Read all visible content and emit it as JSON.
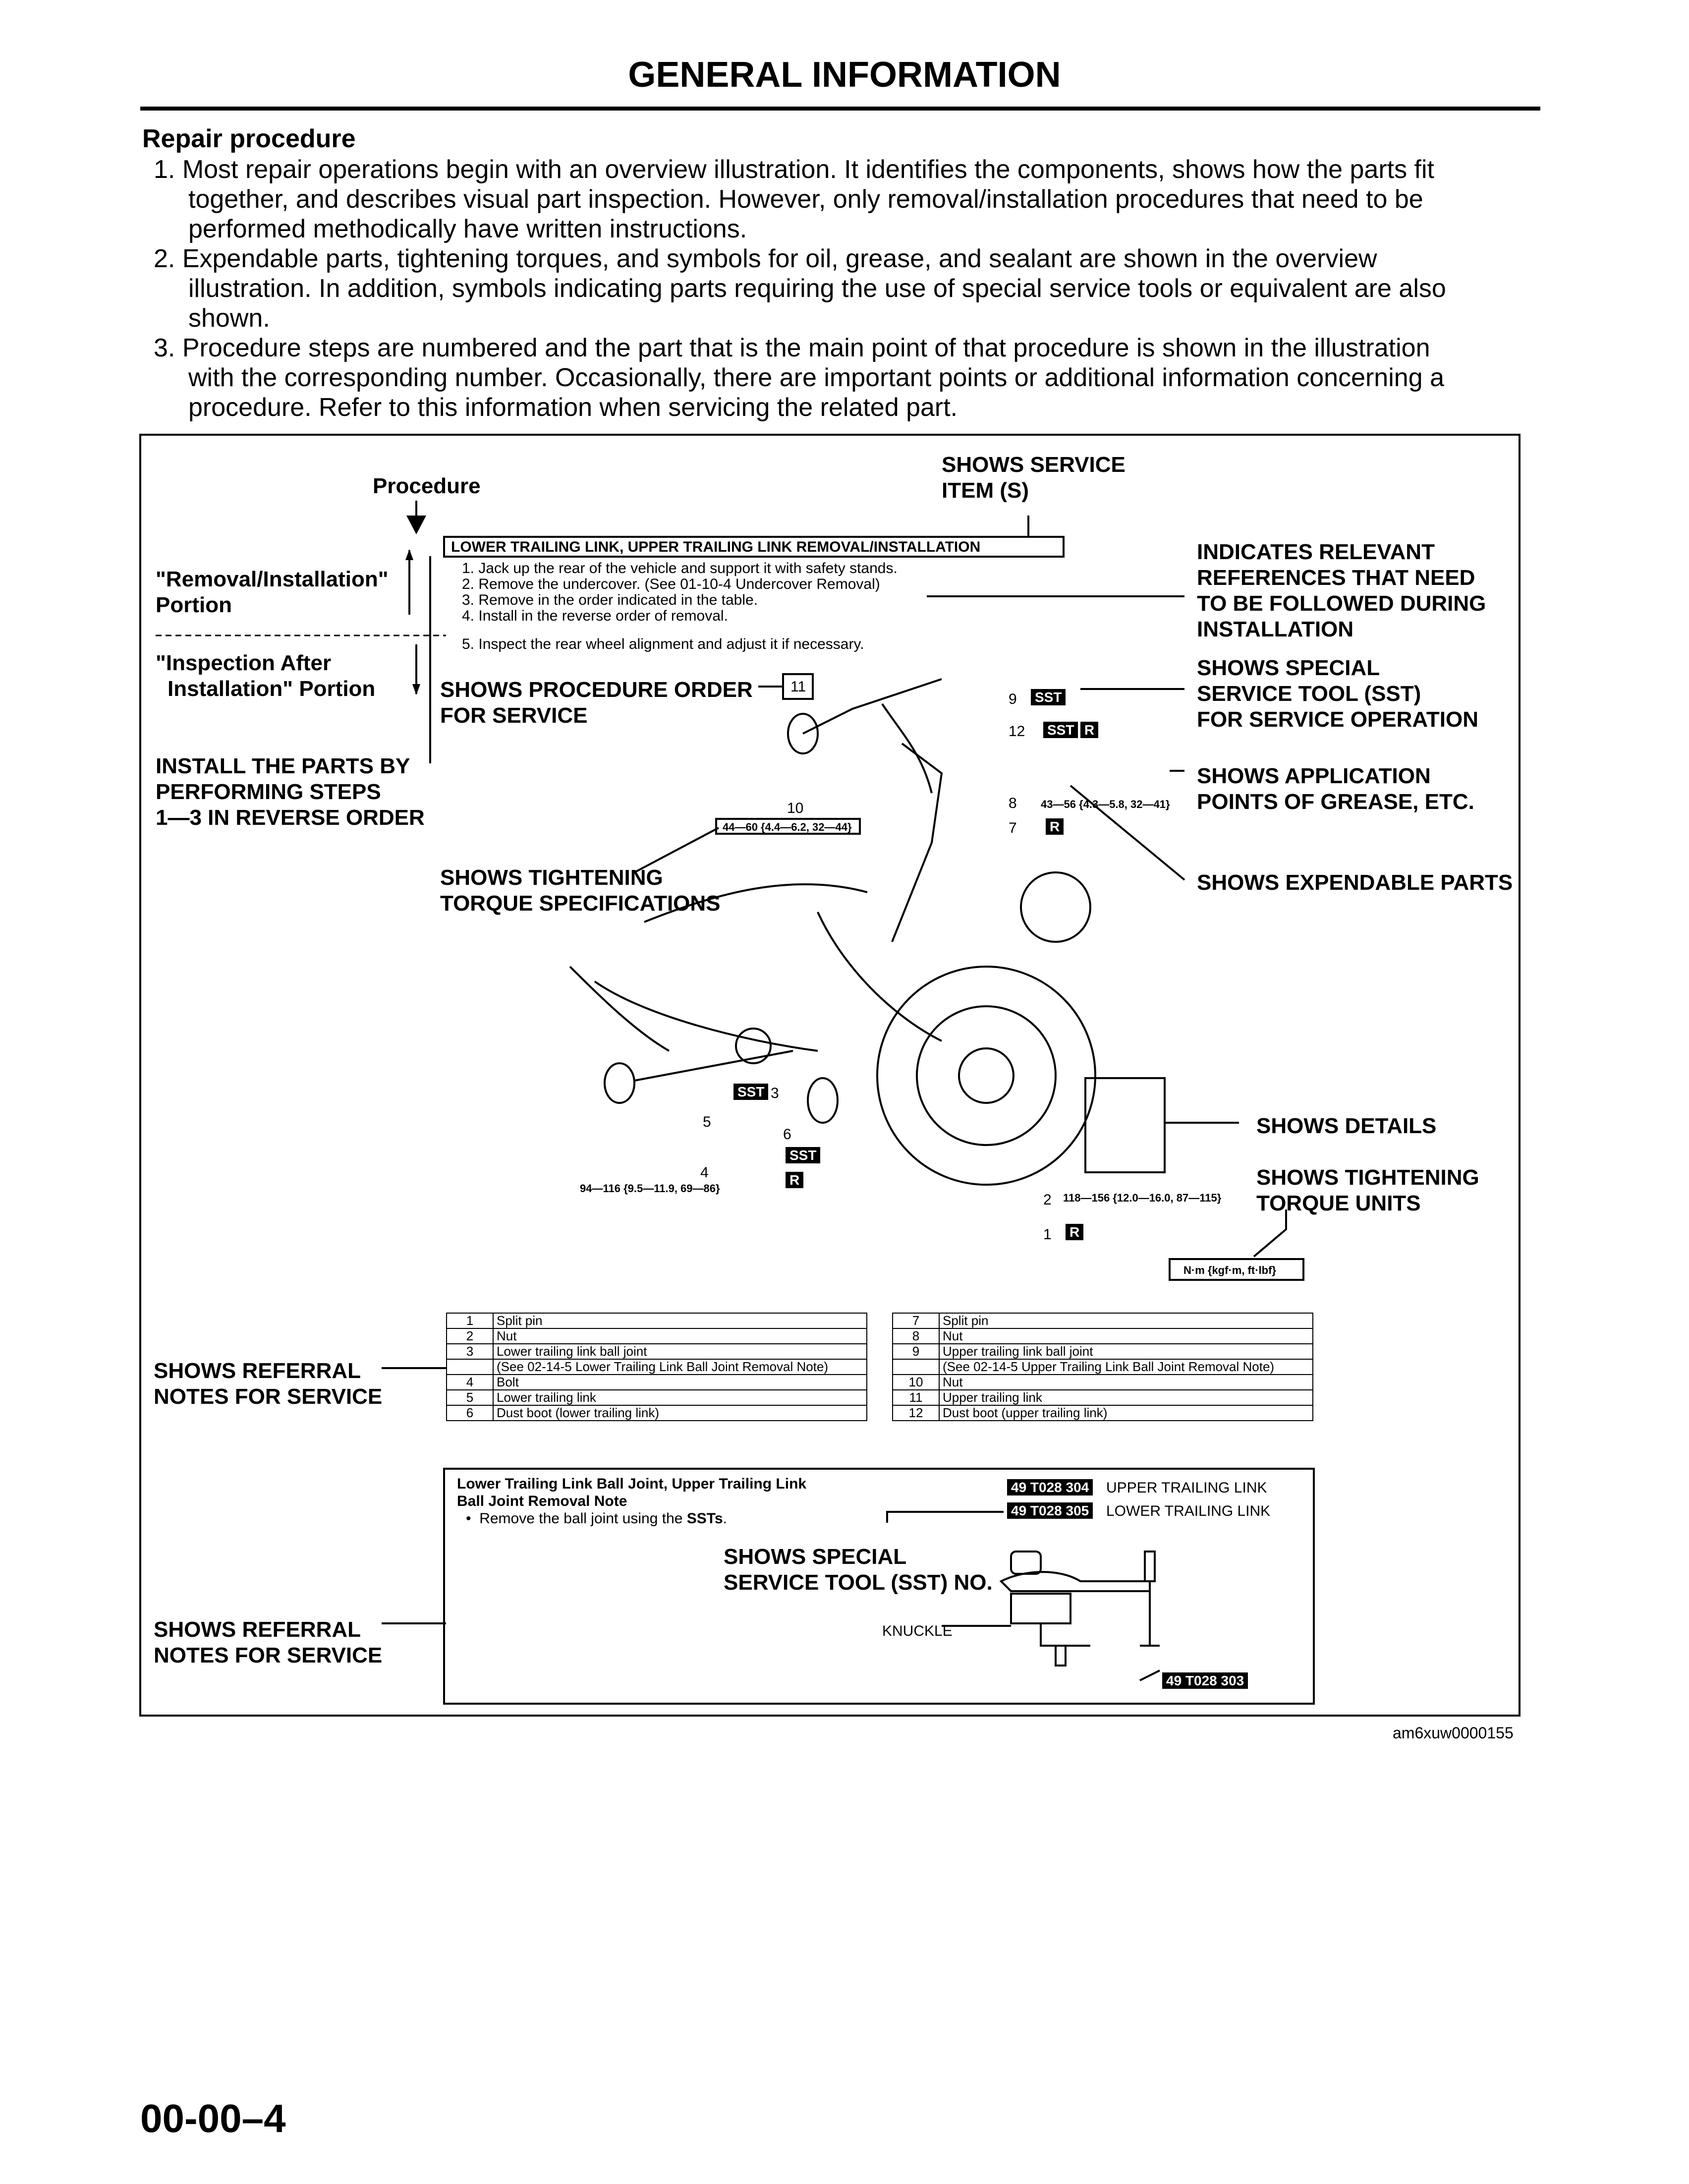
{
  "header": {
    "title": "GENERAL INFORMATION"
  },
  "section": {
    "heading": "Repair procedure"
  },
  "paragraphs": [
    [
      "1. Most repair operations begin with an overview illustration. It identifies the components, shows how the parts fit",
      "together, and describes visual part inspection. However, only removal/installation procedures that need to be",
      "performed methodically have written instructions."
    ],
    [
      "2. Expendable parts, tightening torques, and symbols for oil, grease, and sealant are shown in the overview",
      "illustration. In addition, symbols indicating parts requiring the use of special service tools or equivalent are also",
      "shown."
    ],
    [
      "3. Procedure steps are numbered and the part that is the main point of that procedure is shown in the illustration",
      "with the corresponding number. Occasionally, there are important points or additional information concerning a",
      "procedure. Refer to this information when servicing the related part."
    ]
  ],
  "diagram": {
    "labels": {
      "procedure": "Procedure",
      "shows_service_item_1": "SHOWS SERVICE",
      "shows_service_item_2": "ITEM (S)",
      "removal_installation_1": "\"Removal/Installation\"",
      "removal_installation_2": "Portion",
      "inspection_after_1": "\"Inspection After",
      "inspection_after_2": "Installation\" Portion",
      "install_reverse_1": "INSTALL THE PARTS BY",
      "install_reverse_2": "PERFORMING STEPS",
      "install_reverse_3": "1—3 IN REVERSE ORDER",
      "procedure_order_1": "SHOWS PROCEDURE ORDER",
      "procedure_order_2": "FOR SERVICE",
      "tightening_spec_1": "SHOWS TIGHTENING",
      "tightening_spec_2": "TORQUE SPECIFICATIONS",
      "relevant_refs_1": "INDICATES RELEVANT",
      "relevant_refs_2": "REFERENCES THAT NEED",
      "relevant_refs_3": "TO BE FOLLOWED DURING",
      "relevant_refs_4": "INSTALLATION",
      "sst_1": "SHOWS SPECIAL",
      "sst_2": "SERVICE TOOL (SST)",
      "sst_3": "FOR SERVICE OPERATION",
      "grease_1": "SHOWS APPLICATION",
      "grease_2": "POINTS OF GREASE, ETC.",
      "expendable": "SHOWS EXPENDABLE PARTS",
      "details": "SHOWS DETAILS",
      "torque_units_1": "SHOWS TIGHTENING",
      "torque_units_2": "TORQUE UNITS",
      "torque_units_box": "N·m {kgf·m, ft·lbf}",
      "referral_1a": "SHOWS  REFERRAL",
      "referral_1b": "NOTES FOR SERVICE",
      "referral_2a": "SHOWS REFERRAL",
      "referral_2b": "NOTES FOR SERVICE",
      "sst_no_1": "SHOWS SPECIAL",
      "sst_no_2": "SERVICE TOOL (SST) NO."
    },
    "procedure_title": "LOWER TRAILING LINK, UPPER TRAILING LINK REMOVAL/INSTALLATION",
    "procedure_steps": [
      "1. Jack up the rear of the vehicle and support it with safety stands.",
      "2. Remove the undercover. (See 01-10-4 Undercover Removal)",
      "3. Remove in the order indicated in the table.",
      "4. Install in the reverse order of removal.",
      "5. Inspect the rear wheel alignment and adjust it if necessary."
    ],
    "torques": {
      "t10": "44—60 {4.4—6.2, 32—44}",
      "t8": "43—56 {4.3—5.8, 32—41}",
      "t4": "94—116 {9.5—11.9, 69—86}",
      "t2": "118—156 {12.0—16.0, 87—115}"
    },
    "markers": {
      "sst": "SST",
      "r": "R",
      "c1": "1",
      "c2": "2",
      "c3": "3",
      "c4": "4",
      "c5": "5",
      "c6": "6",
      "c7": "7",
      "c8": "8",
      "c9": "9",
      "c10": "10",
      "c11": "11",
      "c12": "12"
    }
  },
  "parts_table_left": [
    {
      "num": "1",
      "name": "Split pin"
    },
    {
      "num": "2",
      "name": "Nut"
    },
    {
      "num": "3",
      "name": "Lower trailing link ball joint",
      "note": "(See 02-14-5 Lower Trailing Link Ball Joint Removal Note)"
    },
    {
      "num": "4",
      "name": "Bolt"
    },
    {
      "num": "5",
      "name": "Lower trailing link"
    },
    {
      "num": "6",
      "name": "Dust boot (lower trailing link)"
    }
  ],
  "parts_table_right": [
    {
      "num": "7",
      "name": "Split pin"
    },
    {
      "num": "8",
      "name": "Nut"
    },
    {
      "num": "9",
      "name": "Upper trailing link ball joint",
      "note": "(See 02-14-5 Upper Trailing Link Ball Joint Removal Note)"
    },
    {
      "num": "10",
      "name": "Nut"
    },
    {
      "num": "11",
      "name": "Upper trailing link"
    },
    {
      "num": "12",
      "name": "Dust boot (upper trailing link)"
    }
  ],
  "note_box": {
    "title_1": "Lower Trailing Link Ball Joint, Upper Trailing Link",
    "title_2": "Ball Joint Removal Note",
    "bullet_pre": "Remove the ball joint using the ",
    "bullet_bold": "SSTs",
    "bullet_post": ".",
    "sst_upper_code": "49 T028 304",
    "sst_upper_label": "UPPER TRAILING LINK",
    "sst_lower_code": "49 T028 305",
    "sst_lower_label": "LOWER TRAILING LINK",
    "sst_bottom_code": "49 T028 303",
    "knuckle": "KNUCKLE"
  },
  "ref_code": "am6xuw0000155",
  "footer": {
    "page_code": "00-00–4"
  }
}
